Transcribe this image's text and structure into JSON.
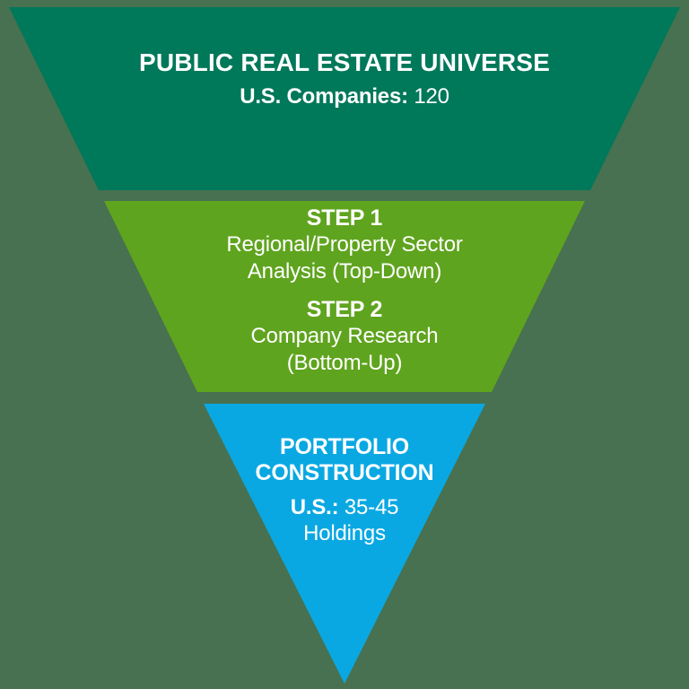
{
  "background_color": "#477150",
  "text_color": "#FFFFFF",
  "sections": [
    {
      "id": "public-real-estate-universe",
      "color": "#00785A",
      "title": "PUBLIC REAL ESTATE UNIVERSE",
      "stat_label": "U.S. Companies:",
      "stat_value": "120"
    },
    {
      "id": "analysis-steps",
      "color": "#5FA41E",
      "steps": [
        {
          "label": "STEP 1",
          "line1": "Regional/Property Sector",
          "line2": "Analysis (Top-Down)"
        },
        {
          "label": "STEP 2",
          "line1": "Company Research",
          "line2": "(Bottom-Up)"
        }
      ]
    },
    {
      "id": "portfolio-construction",
      "color": "#0AA8E2",
      "title_line1": "PORTFOLIO",
      "title_line2": "CONSTRUCTION",
      "stat_label": "U.S.:",
      "stat_value": "35-45",
      "stat_line2": "Holdings"
    }
  ]
}
